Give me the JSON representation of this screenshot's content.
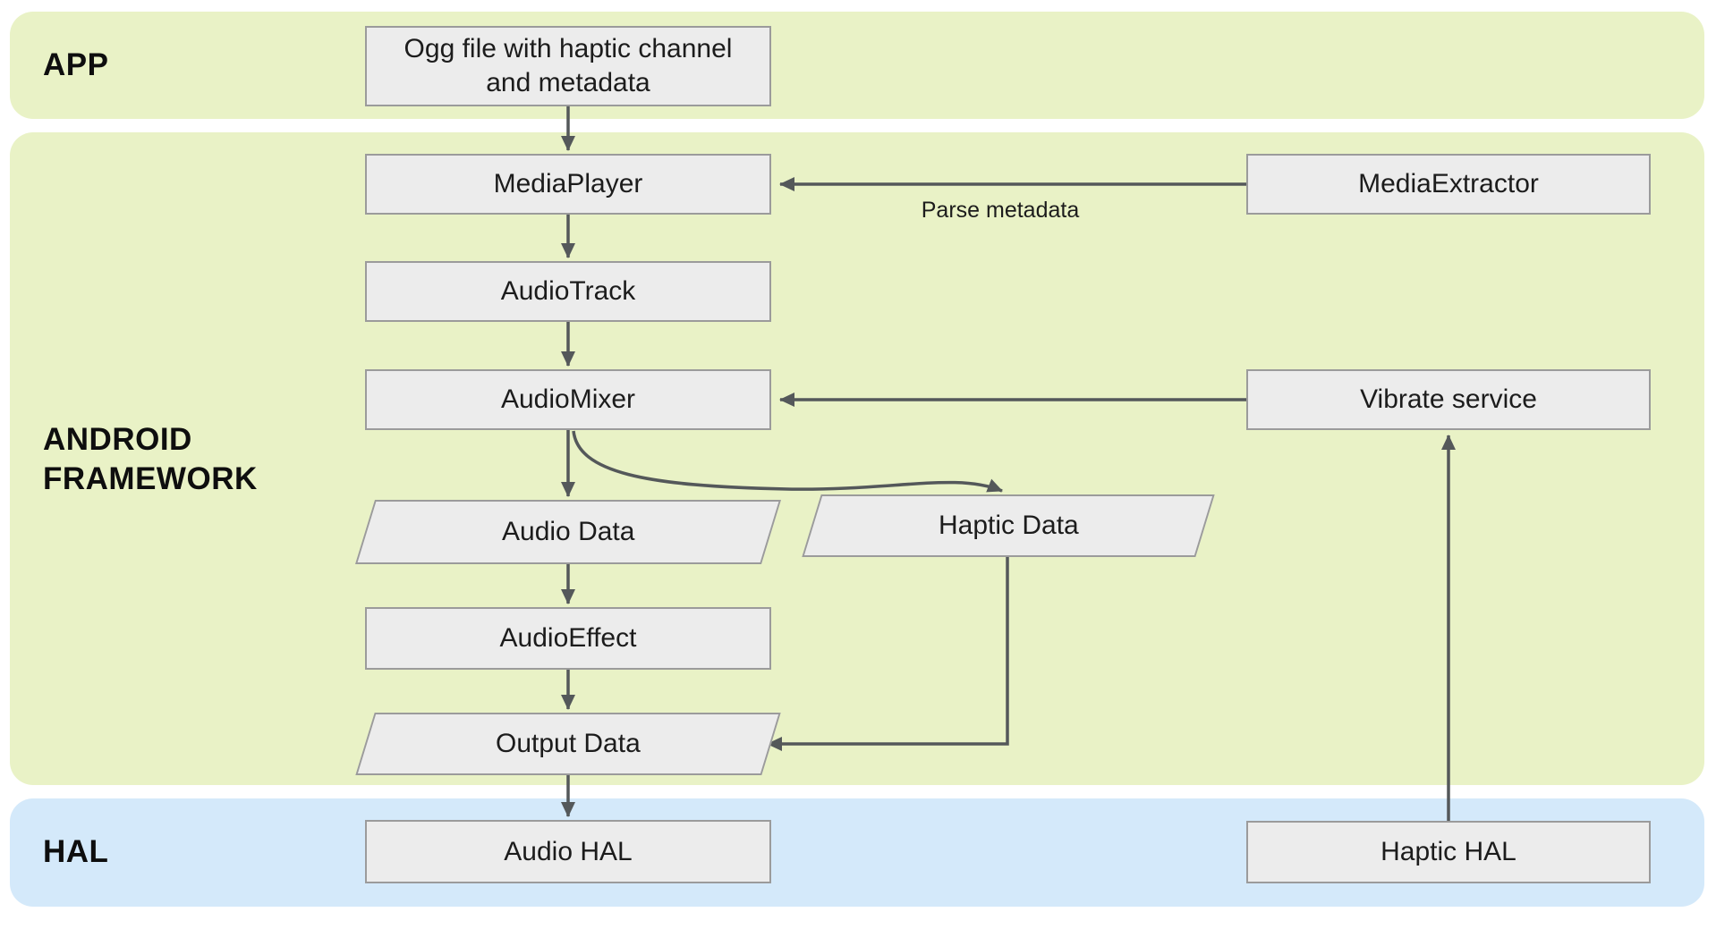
{
  "diagram": {
    "bands": {
      "app": {
        "label": "APP",
        "color": "#E9F2C6"
      },
      "framework": {
        "label": "ANDROID FRAMEWORK",
        "color": "#E9F2C6"
      },
      "hal": {
        "label": "HAL",
        "color": "#D4E9FA"
      }
    },
    "nodes": {
      "ogg_file": {
        "label": "Ogg file with haptic channel and metadata",
        "shape": "rect",
        "band": "app"
      },
      "media_player": {
        "label": "MediaPlayer",
        "shape": "rect",
        "band": "framework"
      },
      "audio_track": {
        "label": "AudioTrack",
        "shape": "rect",
        "band": "framework"
      },
      "audio_mixer": {
        "label": "AudioMixer",
        "shape": "rect",
        "band": "framework"
      },
      "audio_data": {
        "label": "Audio Data",
        "shape": "parallelogram",
        "band": "framework"
      },
      "haptic_data": {
        "label": "Haptic Data",
        "shape": "parallelogram",
        "band": "framework"
      },
      "audio_effect": {
        "label": "AudioEffect",
        "shape": "rect",
        "band": "framework"
      },
      "output_data": {
        "label": "Output Data",
        "shape": "parallelogram",
        "band": "framework"
      },
      "media_extractor": {
        "label": "MediaExtractor",
        "shape": "rect",
        "band": "framework"
      },
      "vibrate_service": {
        "label": "Vibrate service",
        "shape": "rect",
        "band": "framework"
      },
      "audio_hal": {
        "label": "Audio HAL",
        "shape": "rect",
        "band": "hal"
      },
      "haptic_hal": {
        "label": "Haptic HAL",
        "shape": "rect",
        "band": "hal"
      }
    },
    "edges": [
      {
        "from": "ogg_file",
        "to": "media_player"
      },
      {
        "from": "media_extractor",
        "to": "media_player",
        "label": "Parse metadata"
      },
      {
        "from": "media_player",
        "to": "audio_track"
      },
      {
        "from": "audio_track",
        "to": "audio_mixer"
      },
      {
        "from": "vibrate_service",
        "to": "audio_mixer"
      },
      {
        "from": "audio_mixer",
        "to": "audio_data"
      },
      {
        "from": "audio_mixer",
        "to": "haptic_data"
      },
      {
        "from": "audio_data",
        "to": "audio_effect"
      },
      {
        "from": "audio_effect",
        "to": "output_data"
      },
      {
        "from": "haptic_data",
        "to": "output_data"
      },
      {
        "from": "output_data",
        "to": "audio_hal"
      },
      {
        "from": "haptic_hal",
        "to": "vibrate_service"
      }
    ],
    "edge_labels": {
      "parse_metadata": "Parse metadata"
    },
    "colors": {
      "band_green": "#E9F2C6",
      "band_blue": "#D4E9FA",
      "node_fill": "#ECECEC",
      "node_border": "#9B9B9B",
      "arrow": "#54585A",
      "text": "#1C1C1C",
      "background": "#FFFFFF"
    }
  }
}
